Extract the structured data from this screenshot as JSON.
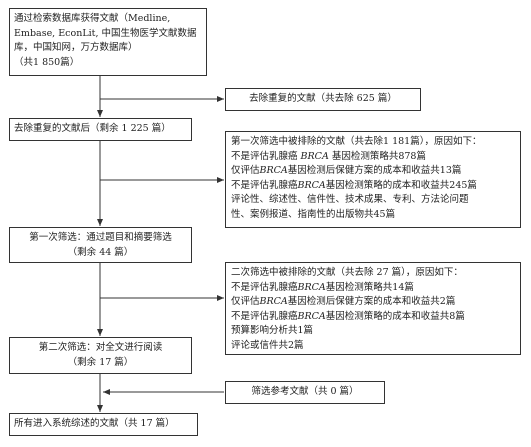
{
  "boxes": {
    "search": {
      "lines": [
        "通过检索数据库获得文献（Medline,",
        "Embase, EconLit, 中国生物医学文献数据",
        "库，中国知网，万方数据库）",
        "（共1 850篇）"
      ]
    },
    "duplicates_removed": {
      "text": "去除重复的文献（共去除 625 篇）"
    },
    "after_dedup": {
      "text": "去除重复的文献后（剩余 1 225 篇）"
    },
    "first_exclusion": {
      "title": "第一次筛选中被排除的文献（共去除1 181篇），原因如下：",
      "l1_pre": "不是评估乳腺癌",
      "l1_term": "BRCA",
      "l1_post": "基因检测策略共878篇",
      "l2_pre": "仅评估",
      "l2_term": "BRCA",
      "l2_post": "基因检测后保健方案的成本和收益共13篇",
      "l3_pre": "不是评估乳腺癌",
      "l3_term": "BRCA",
      "l3_post": "基因检测策略的成本和收益共245篇",
      "l4": "评论性、综述性、信件性、技术成果、专利、方法论问题",
      "l5": "性、案例报道、指南性的出版物共45篇"
    },
    "first_screen": {
      "line1": "第一次筛选：通过题目和摘要筛选",
      "line2": "（剩余 44 篇）"
    },
    "second_exclusion": {
      "title": "二次筛选中被排除的文献（共去除 27 篇），原因如下：",
      "l1_pre": "不是评估乳腺癌",
      "l1_term": "BRCA",
      "l1_post": "基因检测策略共14篇",
      "l2_pre": "仅评估",
      "l2_term": "BRCA",
      "l2_post": "基因检测后保健方案的成本和收益共2篇",
      "l3_pre": "不是评估乳腺癌",
      "l3_term": "BRCA",
      "l3_post": "基因检测策略的成本和收益共8篇",
      "l4": "预算影响分析共1篇",
      "l5": "评论或信件共2篇"
    },
    "second_screen": {
      "line1": "第二次筛选：对全文进行阅读",
      "line2": "（剩余 17 篇）"
    },
    "reference_screen": {
      "text": "筛选参考文献（共 0 篇）"
    },
    "final": {
      "text": "所有进入系统综述的文献（共 17 篇）"
    }
  }
}
